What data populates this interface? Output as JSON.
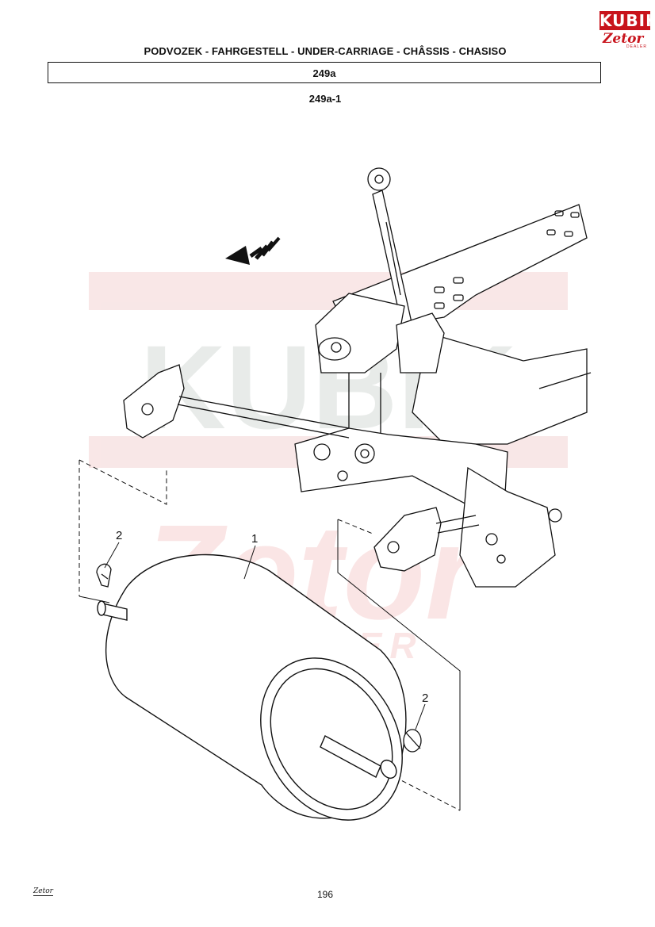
{
  "header": {
    "title": "PODVOZEK - FAHRGESTELL - UNDER-CARRIAGE - CHÂSSIS - CHASISO",
    "section": "249a",
    "figure": "249a-1"
  },
  "logo": {
    "brand_top": "KUBIK",
    "brand_bottom": "Zetor",
    "brand_small": "DEALER"
  },
  "callouts": {
    "roller": "1",
    "pin_left": "2",
    "pin_right": "2"
  },
  "watermark": {
    "line1": "KUBIK",
    "line2": "Zetor",
    "line3": "DEALER",
    "color": "#f2c8c8"
  },
  "footer": {
    "page": "196",
    "logo": "Zetor"
  }
}
